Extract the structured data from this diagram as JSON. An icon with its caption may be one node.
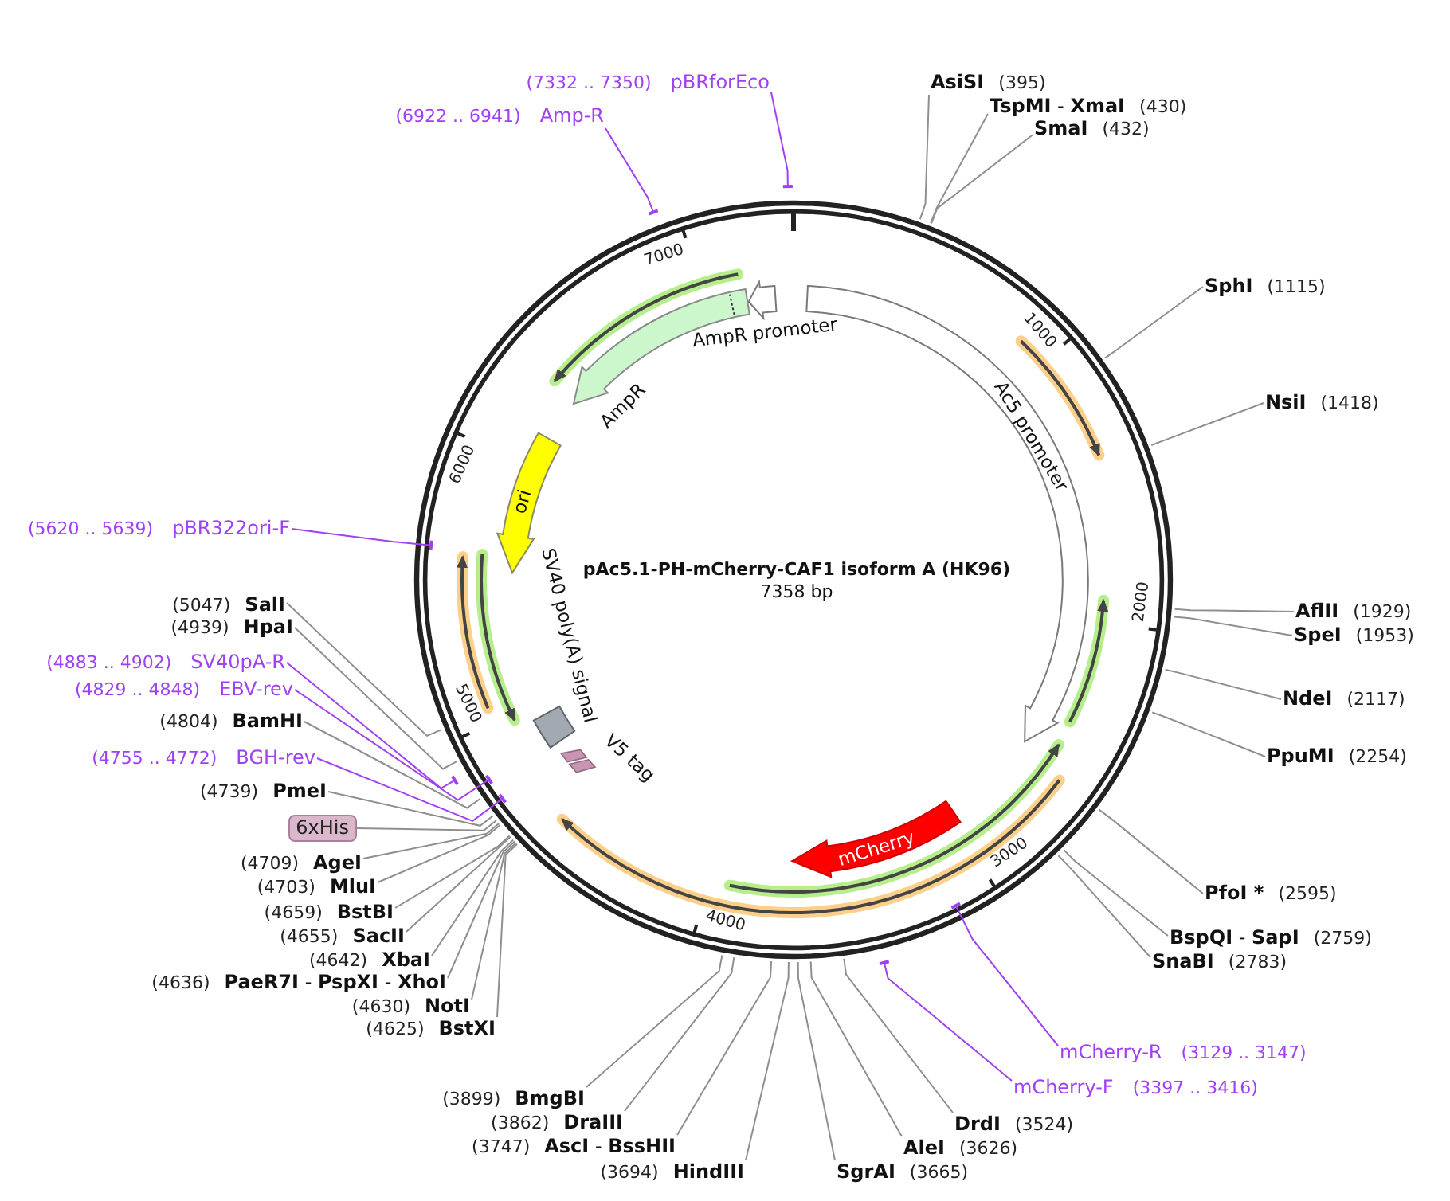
{
  "diagram": {
    "title": "pAc5.1-PH-mCherry-CAF1 isoform A (HK96)",
    "nodes": [
      {
        "text": [
          "(7332 .. 7350)",
          "pBRforEco"
        ]
      },
      {
        "text": [
          "AsiSI",
          "(395)"
        ]
      },
      {
        "text": [
          "**TspMI** - **XmaI**",
          "(430)"
        ]
      },
      {
        "text": [
          "(6922 .. 6941)",
          "Amp-R"
        ]
      },
      {
        "text": [
          "SmaI",
          "(432)"
        ]
      },
      {
        "text": [
          "SphI",
          "(1115)"
        ]
      },
      {
        "text": [
          "AmpR promoter"
        ]
      },
      {
        "text": [
          "Ac5 promoter"
        ]
      },
      {
        "text": [
          "AmpR"
        ]
      },
      {
        "text": [
          "NsiI",
          "(1418)"
        ]
      },
      {
        "text": [
          "ori"
        ]
      },
      {
        "text": [
          "(5620 .. 5639)",
          "pBR322ori-F"
        ]
      },
      {
        "text": [
          "(5047)",
          "SalI"
        ]
      },
      {
        "text": [
          "AflII",
          "(1929)"
        ]
      },
      {
        "text": [
          "(4939)",
          "HpaI"
        ]
      },
      {
        "text": [
          "SpeI",
          "(1953)"
        ]
      },
      {
        "text": [
          "(4883 .. 4902)",
          "SV40pA-R"
        ]
      },
      {
        "text": [
          "SV40 poly(A) signal"
        ]
      },
      {
        "text": [
          "(4829 .. 4848)",
          "EBV-rev"
        ]
      },
      {
        "text": [
          "NdeI",
          "(2117)"
        ]
      },
      {
        "text": [
          "(4804)",
          "BamHI"
        ]
      },
      {
        "text": [
          "PpuMI",
          "(2254)"
        ]
      },
      {
        "text": [
          "(4755 .. 4772)",
          "BGH-rev"
        ]
      },
      {
        "text": [
          "V5 tag"
        ]
      },
      {
        "text": [
          "(4739)",
          "PmeI"
        ]
      },
      {
        "text": [
          "6xHis"
        ]
      },
      {
        "text": [
          "mCherry"
        ]
      },
      {
        "text": [
          "(4709)",
          "AgeI"
        ]
      },
      {
        "text": [
          "(4703)",
          "MluI"
        ]
      },
      {
        "text": [
          "PfoI *",
          "(2595)"
        ]
      },
      {
        "text": [
          "(4659)",
          "BstBI"
        ]
      },
      {
        "text": [
          "(4655)",
          "SacII"
        ]
      },
      {
        "text": [
          "**BspQI** - **SapI**",
          "(2759)"
        ]
      },
      {
        "text": [
          "(4642)",
          "XbaI"
        ]
      },
      {
        "text": [
          "SnaBI",
          "(2783)"
        ]
      },
      {
        "text": [
          "(4636)",
          "**PaeR7I** - **PspXI** - **XhoI**"
        ]
      },
      {
        "text": [
          "(4630)",
          "NotI"
        ]
      },
      {
        "text": [
          "(4625)",
          "BstXI"
        ]
      },
      {
        "text": [
          "mCherry-R",
          "(3129 .. 3147)"
        ]
      },
      {
        "text": [
          "mCherry-F",
          "(3397 .. 3416)"
        ]
      },
      {
        "text": [
          "(3899)",
          "BmgBI"
        ]
      },
      {
        "text": [
          "(3862)",
          "DraIII"
        ]
      },
      {
        "text": [
          "DrdI",
          "(3524)"
        ]
      },
      {
        "text": [
          "(3747)",
          "**AscI** - **BssHII**"
        ]
      },
      {
        "text": [
          "AleI",
          "(3626)"
        ]
      },
      {
        "text": [
          "(3694)",
          "HindIII"
        ]
      },
      {
        "text": [
          "SgrAI",
          "(3665)"
        ]
      }
    ],
    "edges": [
      {
        "from": 0,
        "to": null,
        "arrow": "other",
        "color": "#a040f5"
      },
      {
        "from": 1,
        "to": null,
        "arrow": "none"
      },
      {
        "from": 2,
        "to": null,
        "arrow": "none"
      },
      {
        "from": 3,
        "to": null,
        "arrow": "other",
        "color": "#a040f5"
      },
      {
        "from": 4,
        "to": null,
        "arrow": "none"
      },
      {
        "from": 5,
        "to": null,
        "arrow": "none"
      },
      {
        "from": 9,
        "to": null,
        "arrow": "none"
      },
      {
        "from": 11,
        "to": null,
        "arrow": "other",
        "color": "#a040f5"
      },
      {
        "from": 12,
        "to": null,
        "arrow": "none"
      },
      {
        "from": 13,
        "to": null,
        "arrow": "none"
      },
      {
        "from": 14,
        "to": null,
        "arrow": "none"
      },
      {
        "from": 15,
        "to": null,
        "arrow": "none"
      },
      {
        "from": 16,
        "to": null,
        "arrow": "other",
        "color": "#a040f5"
      },
      {
        "from": 18,
        "to": null,
        "arrow": "other",
        "color": "#a040f5"
      },
      {
        "from": 19,
        "to": null,
        "arrow": "none"
      },
      {
        "from": 20,
        "to": null,
        "arrow": "none"
      },
      {
        "from": 21,
        "to": null,
        "arrow": "none"
      },
      {
        "from": 22,
        "to": null,
        "arrow": "other",
        "color": "#a040f5"
      },
      {
        "from": 24,
        "to": null,
        "arrow": "none"
      },
      {
        "from": 25,
        "to": null,
        "arrow": "none"
      },
      {
        "from": 27,
        "to": null,
        "arrow": "none"
      },
      {
        "from": 28,
        "to": null,
        "arrow": "none"
      },
      {
        "from": 29,
        "to": null,
        "arrow": "none"
      },
      {
        "from": 30,
        "to": null,
        "arrow": "none"
      },
      {
        "from": 31,
        "to": null,
        "arrow": "none"
      },
      {
        "from": 32,
        "to": null,
        "arrow": "none"
      },
      {
        "from": 33,
        "to": null,
        "arrow": "none"
      },
      {
        "from": 34,
        "to": null,
        "arrow": "none"
      },
      {
        "from": 35,
        "to": null,
        "arrow": "none"
      },
      {
        "from": 36,
        "to": null,
        "arrow": "none"
      },
      {
        "from": 37,
        "to": null,
        "arrow": "none"
      },
      {
        "from": 38,
        "to": null,
        "arrow": "other",
        "color": "#a040f5"
      },
      {
        "from": 39,
        "to": null,
        "arrow": "other",
        "color": "#a040f5"
      },
      {
        "from": 40,
        "to": null,
        "arrow": "none"
      },
      {
        "from": 41,
        "to": null,
        "arrow": "none"
      },
      {
        "from": 42,
        "to": null,
        "arrow": "none"
      },
      {
        "from": 43,
        "to": null,
        "arrow": "none"
      },
      {
        "from": 44,
        "to": null,
        "arrow": "none"
      },
      {
        "from": 45,
        "to": null,
        "arrow": "none"
      },
      {
        "from": 46,
        "to": null,
        "arrow": "none"
      }
    ],
    "labels": [
      "7000",
      "1000",
      "6000",
      "7358 bp",
      "2000",
      "5000",
      "3000",
      "4000"
    ]
  }
}
